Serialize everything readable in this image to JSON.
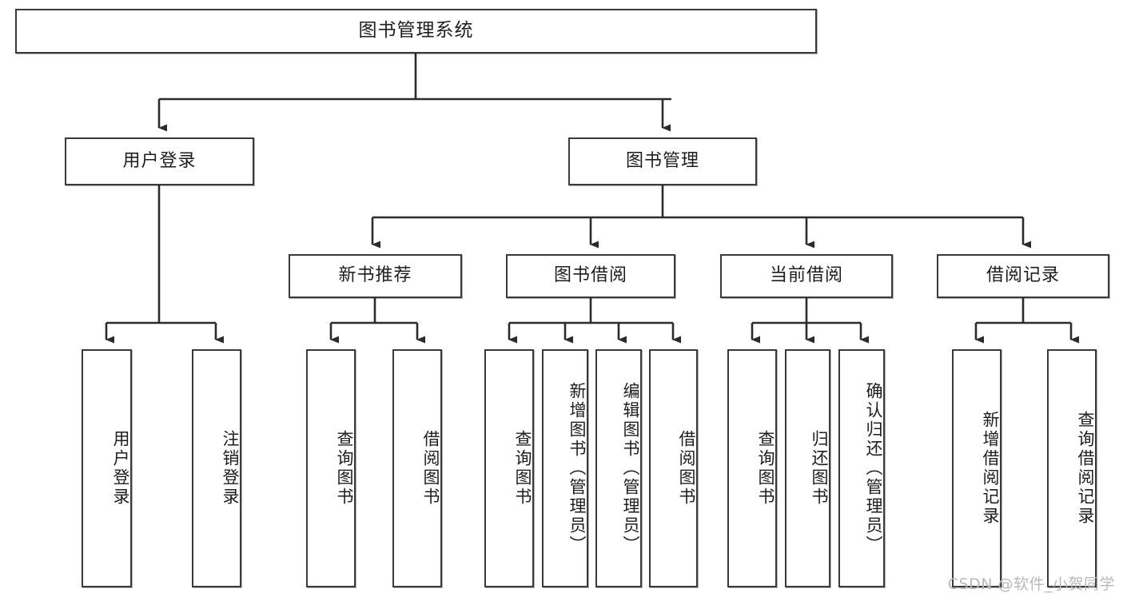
{
  "diagram": {
    "type": "tree-hierarchy-chart",
    "title": "图书管理系统",
    "colors": {
      "background": "#ffffff",
      "box_border": "#3a3a3a",
      "box_fill": "#ffffff",
      "connector": "#2b2b2b",
      "text": "#1d1d1d",
      "watermark": "#b9b9b9"
    },
    "root": {
      "label": "图书管理系统"
    },
    "level1": [
      {
        "label": "用户登录"
      },
      {
        "label": "图书管理"
      }
    ],
    "level2": [
      {
        "label": "新书推荐"
      },
      {
        "label": "图书借阅"
      },
      {
        "label": "当前借阅"
      },
      {
        "label": "借阅记录"
      }
    ],
    "leaves": {
      "user_login": [
        {
          "label": "用户登录"
        },
        {
          "label": "注销登录"
        }
      ],
      "new_book_recommend": [
        {
          "label": "查询图书"
        },
        {
          "label": "借阅图书"
        }
      ],
      "book_borrow": [
        {
          "label": "查询图书"
        },
        {
          "label": "新增图书（管理员）"
        },
        {
          "label": "编辑图书（管理员）"
        },
        {
          "label": "借阅图书"
        }
      ],
      "current_borrow": [
        {
          "label": "查询图书"
        },
        {
          "label": "归还图书"
        },
        {
          "label": "确认归还（管理员）"
        }
      ],
      "borrow_record": [
        {
          "label": "新增借阅记录"
        },
        {
          "label": "查询借阅记录"
        }
      ]
    },
    "watermark": "CSDN @软件_小贺同学"
  }
}
